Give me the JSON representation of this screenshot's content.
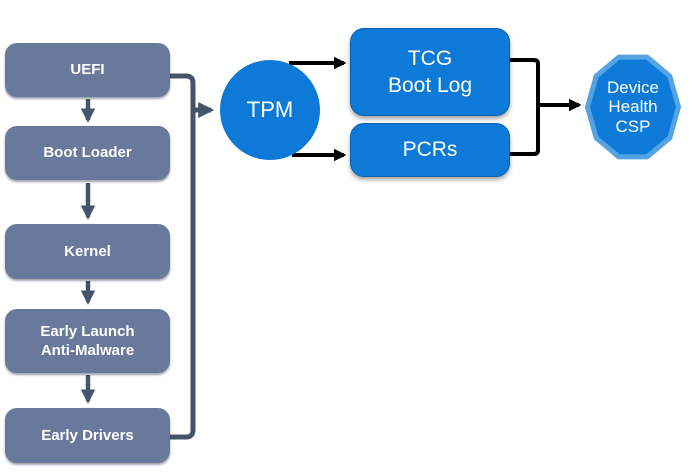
{
  "diagram": {
    "description": "Boot measurement flow from firmware components through the TPM into attestation data consumed by the Device Health CSP",
    "nodes": {
      "chain": [
        {
          "id": "uefi",
          "label": "UEFI"
        },
        {
          "id": "boot-loader",
          "label": "Boot Loader"
        },
        {
          "id": "kernel",
          "label": "Kernel"
        },
        {
          "id": "early-launch-anti-malware",
          "label": "Early Launch\nAnti-Malware"
        },
        {
          "id": "early-drivers",
          "label": "Early Drivers"
        }
      ],
      "tpm": {
        "id": "tpm",
        "label": "TPM",
        "shape": "circle"
      },
      "tcg_boot_log": {
        "id": "tcg-boot-log",
        "label": "TCG\nBoot Log",
        "shape": "rounded-rect"
      },
      "pcrs": {
        "id": "pcrs",
        "label": "PCRs",
        "shape": "rounded-rect"
      },
      "device_health_csp": {
        "id": "device-health-csp",
        "label": "Device\nHealth\nCSP",
        "shape": "decagon"
      }
    },
    "edges": [
      {
        "from": "UEFI",
        "to": "Boot Loader"
      },
      {
        "from": "Boot Loader",
        "to": "Kernel"
      },
      {
        "from": "Kernel",
        "to": "Early Launch Anti-Malware"
      },
      {
        "from": "Early Launch Anti-Malware",
        "to": "Early Drivers"
      },
      {
        "from": "UEFI",
        "to": "TPM"
      },
      {
        "from": "Early Drivers",
        "to": "TPM"
      },
      {
        "from": "TPM",
        "to": "TCG Boot Log"
      },
      {
        "from": "TPM",
        "to": "PCRs"
      },
      {
        "from": "TCG Boot Log",
        "to": "Device Health CSP"
      },
      {
        "from": "PCRs",
        "to": "Device Health CSP"
      }
    ]
  },
  "colors": {
    "bg": "#ffffff",
    "slate": "#68799B",
    "slate-dark": "#44546A",
    "blue": "#0E7AD8",
    "blue-edge": "#0A61AE",
    "blue-light-edge": "#54A3E3",
    "black": "#000000"
  }
}
